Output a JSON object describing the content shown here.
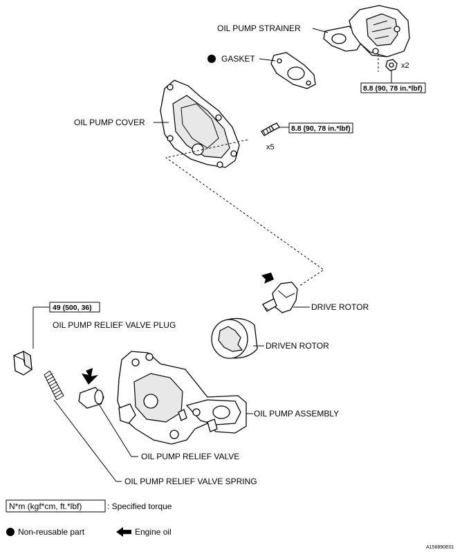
{
  "labels": {
    "strainer": "OIL PUMP STRAINER",
    "gasket": "GASKET",
    "cover": "OIL PUMP COVER",
    "drive_rotor": "DRIVE ROTOR",
    "driven_rotor": "DRIVEN ROTOR",
    "relief_plug": "OIL PUMP RELIEF VALVE PLUG",
    "assembly": "OIL PUMP ASSEMBLY",
    "relief_valve": "OIL PUMP RELIEF VALVE",
    "relief_spring": "OIL PUMP RELIEF VALVE SPRING"
  },
  "torques": {
    "strainer_nut": "8.8 (90, 78 in.*lbf)",
    "cover_bolt": "8.8 (90, 78 in.*lbf)",
    "plug": "49 (500, 36)"
  },
  "quantities": {
    "strainer_nut": "x2",
    "cover_bolt": "x5"
  },
  "legend": {
    "torque_box": "N*m (kgf*cm, ft.*lbf)",
    "torque_text": ": Specified torque",
    "nonreusable": "Non-reusable part",
    "engine_oil": "Engine oil"
  },
  "figure_id": "A156890E01"
}
